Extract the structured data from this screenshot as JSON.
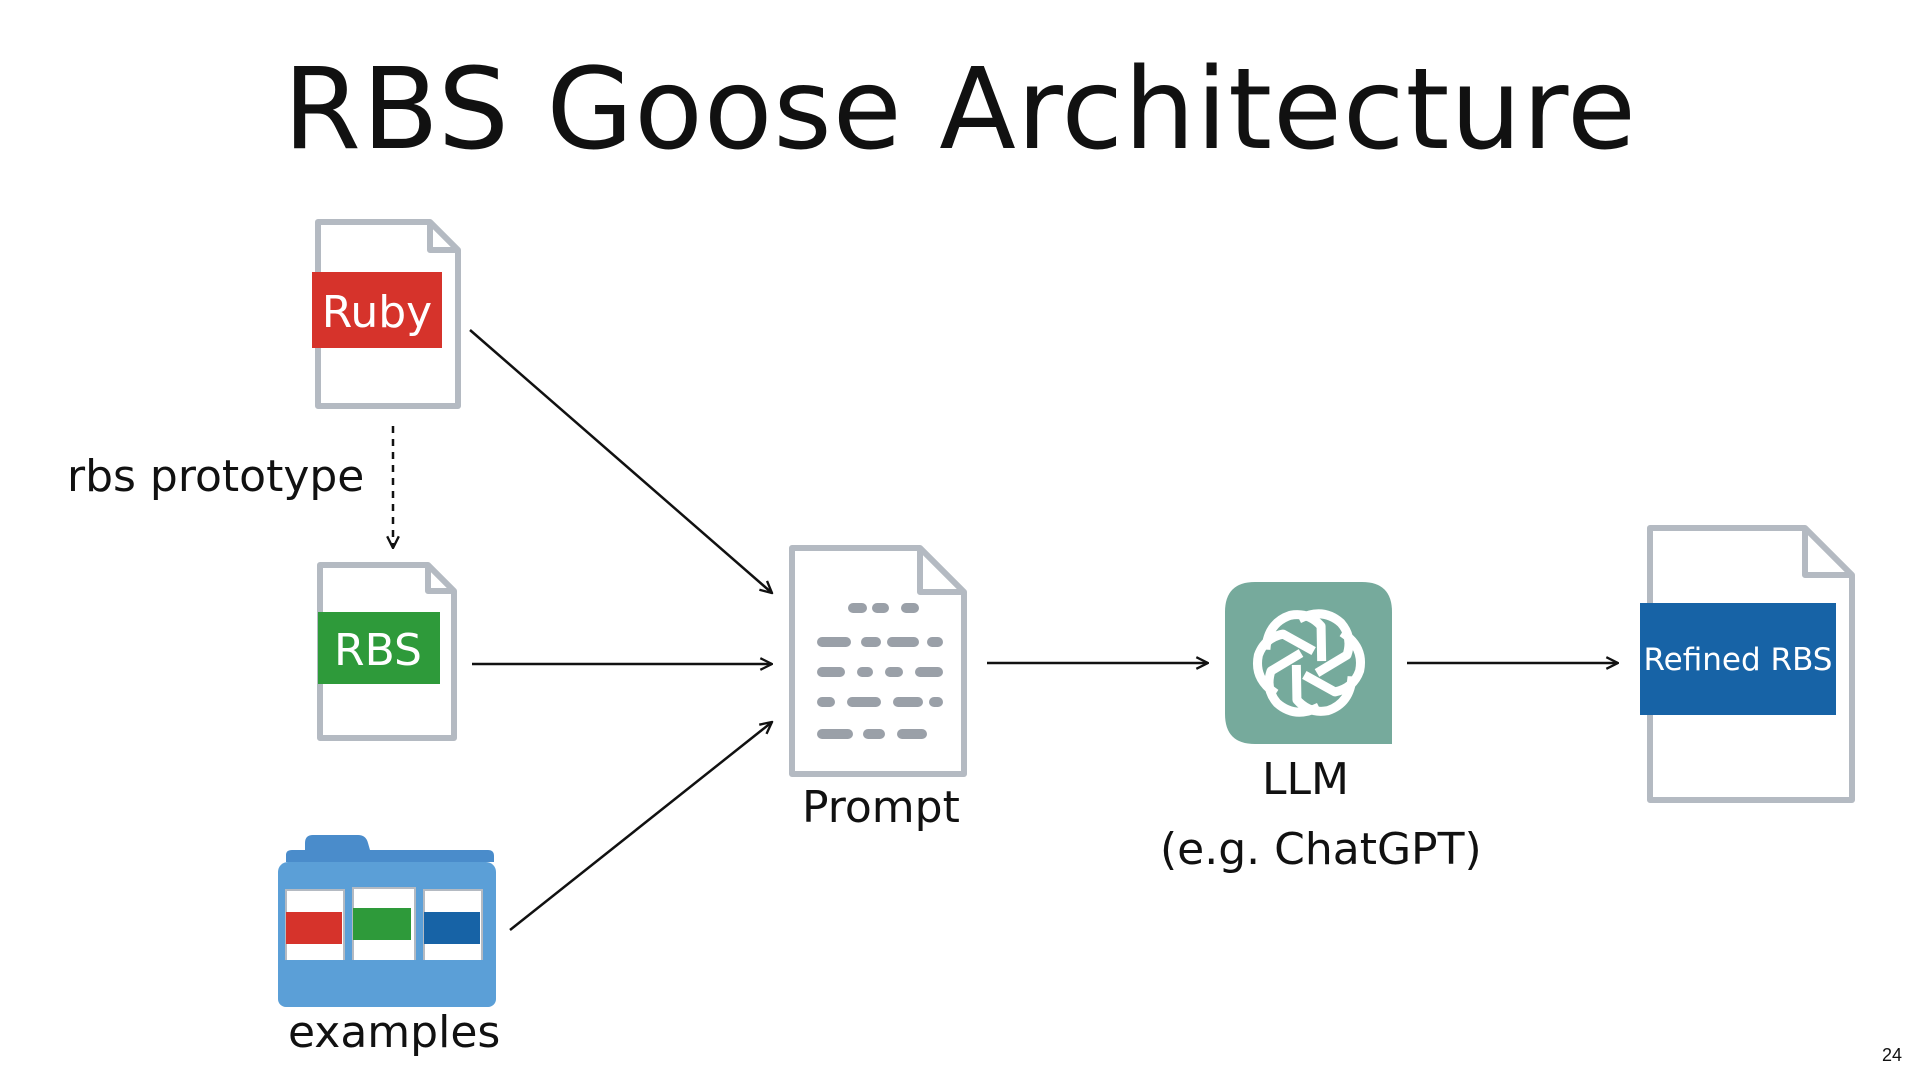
{
  "title": "RBS Goose Architecture",
  "nodes": {
    "ruby": {
      "label": "Ruby"
    },
    "rbs": {
      "label": "RBS"
    },
    "examples": {
      "label": "examples"
    },
    "prompt": {
      "label": "Prompt"
    },
    "llm": {
      "label": "LLM",
      "sublabel": "(e.g. ChatGPT)"
    },
    "refined": {
      "label": "Refined RBS"
    }
  },
  "edges": {
    "rbs_prototype": {
      "label": "rbs prototype"
    }
  },
  "page_number": "24",
  "colors": {
    "ruby": "#d6332b",
    "rbs": "#2e9a3a",
    "refined": "#1763a6",
    "folder": "#5b9fd7",
    "llm_bg": "#76aa9c",
    "doc_outline": "#b4bac2"
  },
  "icons": {
    "llm_logo": "openai-logo-icon",
    "prompt_doc": "text-document-icon",
    "examples_folder": "folder-icon"
  }
}
